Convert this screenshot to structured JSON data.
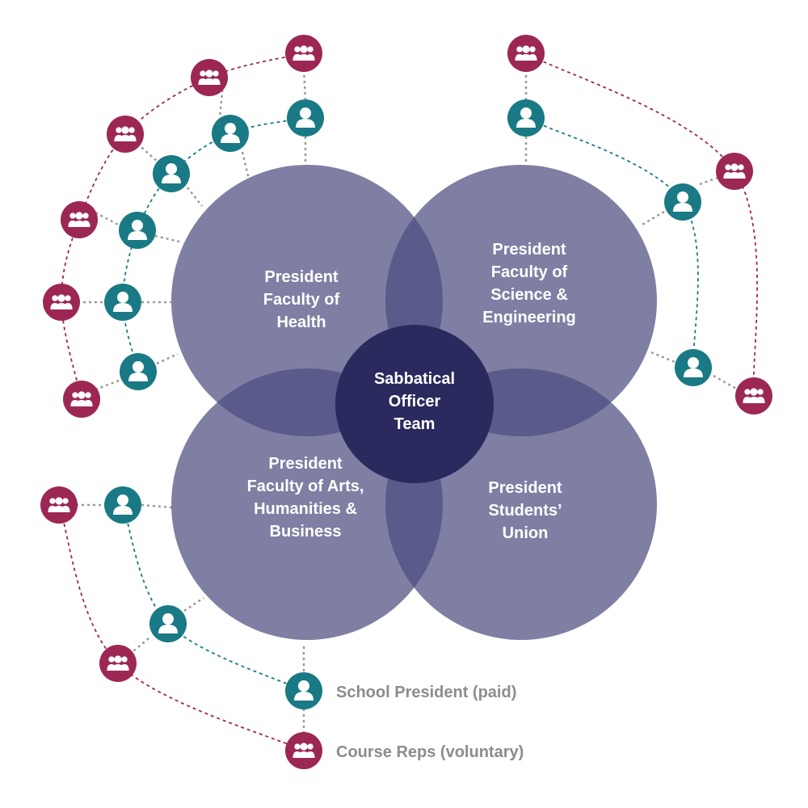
{
  "colors": {
    "circle": "#4e4e81",
    "center": "#2b2a5e",
    "person": "#197a85",
    "group": "#9c2755",
    "connector": "#9a9a9a"
  },
  "circles": [
    {
      "id": "health",
      "label_lines": [
        "President",
        "Faculty of",
        "Health"
      ]
    },
    {
      "id": "science",
      "label_lines": [
        "President",
        "Faculty of",
        "Science &",
        "Engineering"
      ]
    },
    {
      "id": "arts",
      "label_lines": [
        "President",
        "Faculty of Arts,",
        "Humanities &",
        "Business"
      ]
    },
    {
      "id": "union",
      "label_lines": [
        "President",
        "Students’",
        "Union"
      ]
    }
  ],
  "center": {
    "label_lines": [
      "Sabbatical",
      "Officer",
      "Team"
    ]
  },
  "icons": {
    "school_president": "person-icon",
    "course_reps": "group-icon"
  },
  "legend": {
    "school_president": "School President (paid)",
    "course_reps": "Course Reps (voluntary)"
  }
}
